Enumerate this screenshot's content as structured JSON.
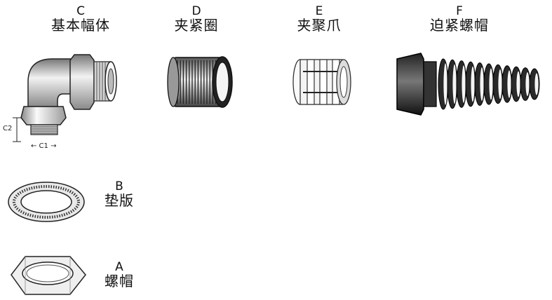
{
  "parts": {
    "c": {
      "letter": "C",
      "name": "基本幅体"
    },
    "d": {
      "letter": "D",
      "name": "夹紧圈"
    },
    "e": {
      "letter": "E",
      "name": "夹聚爪"
    },
    "f": {
      "letter": "F",
      "name": "迫紧螺帽"
    },
    "b": {
      "letter": "B",
      "name": "垫版"
    },
    "a": {
      "letter": "A",
      "name": "螺帽"
    }
  },
  "dimensions": {
    "c1": "← C1 →",
    "c2": "C2"
  }
}
